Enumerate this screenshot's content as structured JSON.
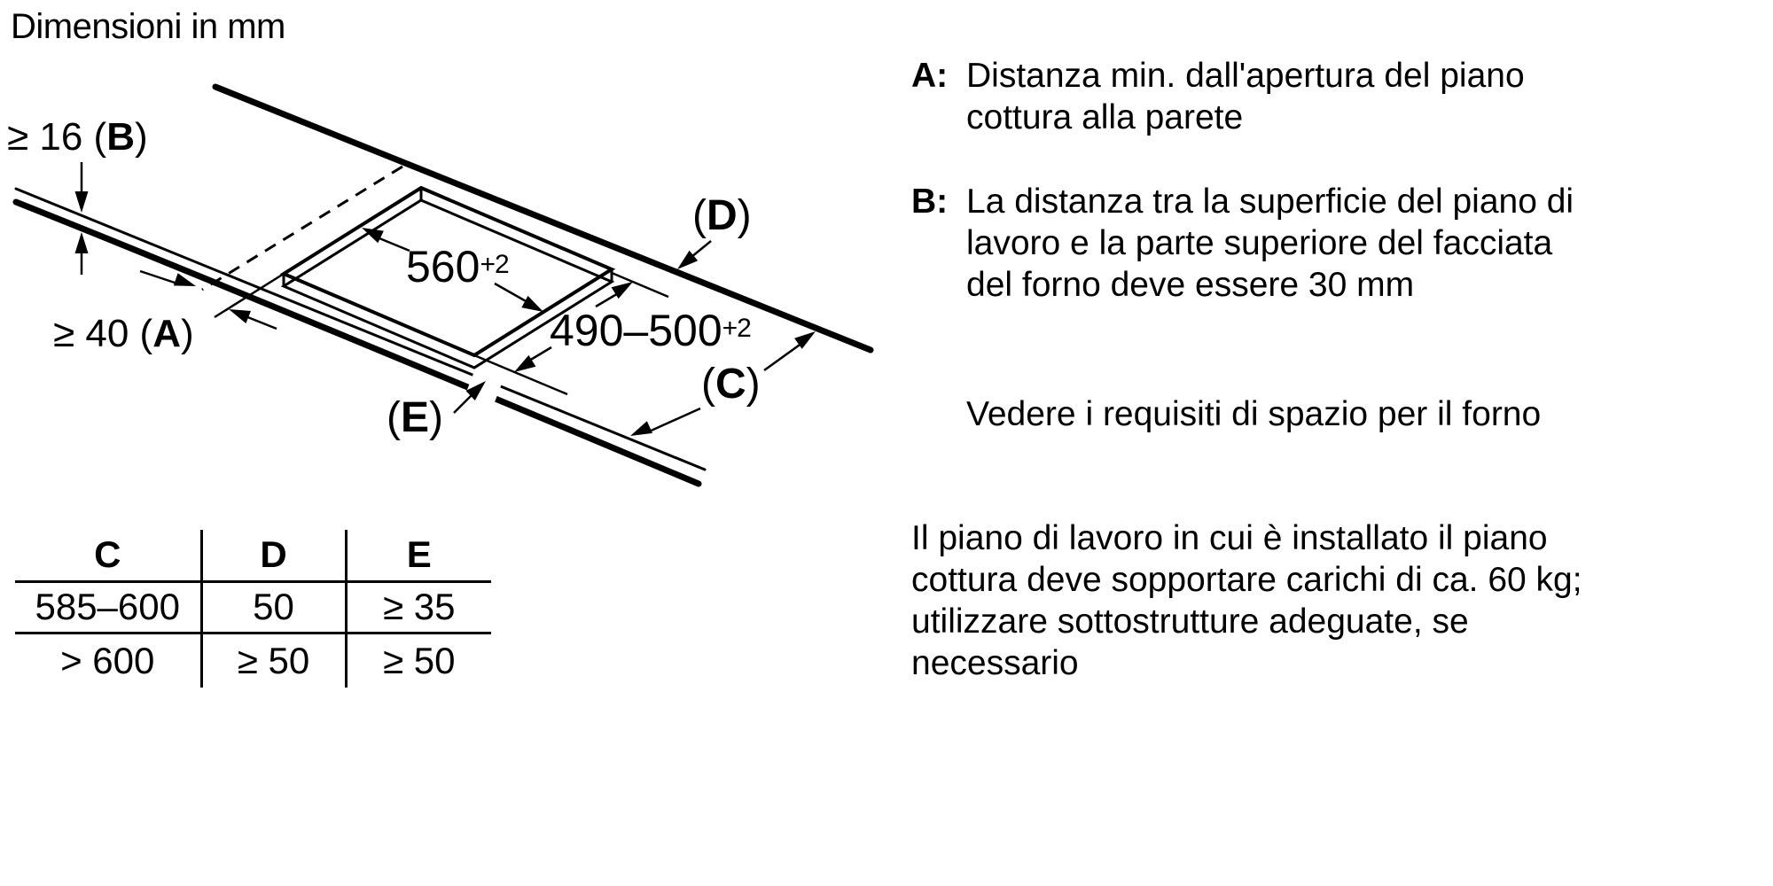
{
  "page_title": "Dimensioni in mm",
  "diagram": {
    "dim_b": {
      "prefix": "≥ 16 (",
      "key": "B",
      "suffix": ")"
    },
    "dim_a": {
      "prefix": "≥ 40 (",
      "key": "A",
      "suffix": ")"
    },
    "dim_width": {
      "value": "560",
      "tolerance": "+2"
    },
    "dim_depth": {
      "value": "490–500",
      "tolerance": "+2"
    },
    "label_d": {
      "prefix": "(",
      "key": "D",
      "suffix": ")"
    },
    "label_c": {
      "prefix": "(",
      "key": "C",
      "suffix": ")"
    },
    "label_e": {
      "prefix": "(",
      "key": "E",
      "suffix": ")"
    }
  },
  "table": {
    "headers": [
      "C",
      "D",
      "E"
    ],
    "rows": [
      [
        "585–600",
        "50",
        "≥ 35"
      ],
      [
        "> 600",
        "≥ 50",
        "≥ 50"
      ]
    ]
  },
  "notes": {
    "a_label": "A:",
    "a_text": "Distanza min. dall'apertura del piano\ncottura alla parete",
    "b_label": "B:",
    "b_text": "La distanza tra la superficie del piano di\nlavoro e la parte superiore del facciata\ndel forno deve essere 30 mm",
    "oven_note": "Vedere i requisiti di spazio per il forno",
    "load_note": "Il piano di lavoro in cui è installato il piano\ncottura deve sopportare carichi di ca. 60 kg;\nutilizzare sottostrutture adeguate, se\nnecessario"
  }
}
